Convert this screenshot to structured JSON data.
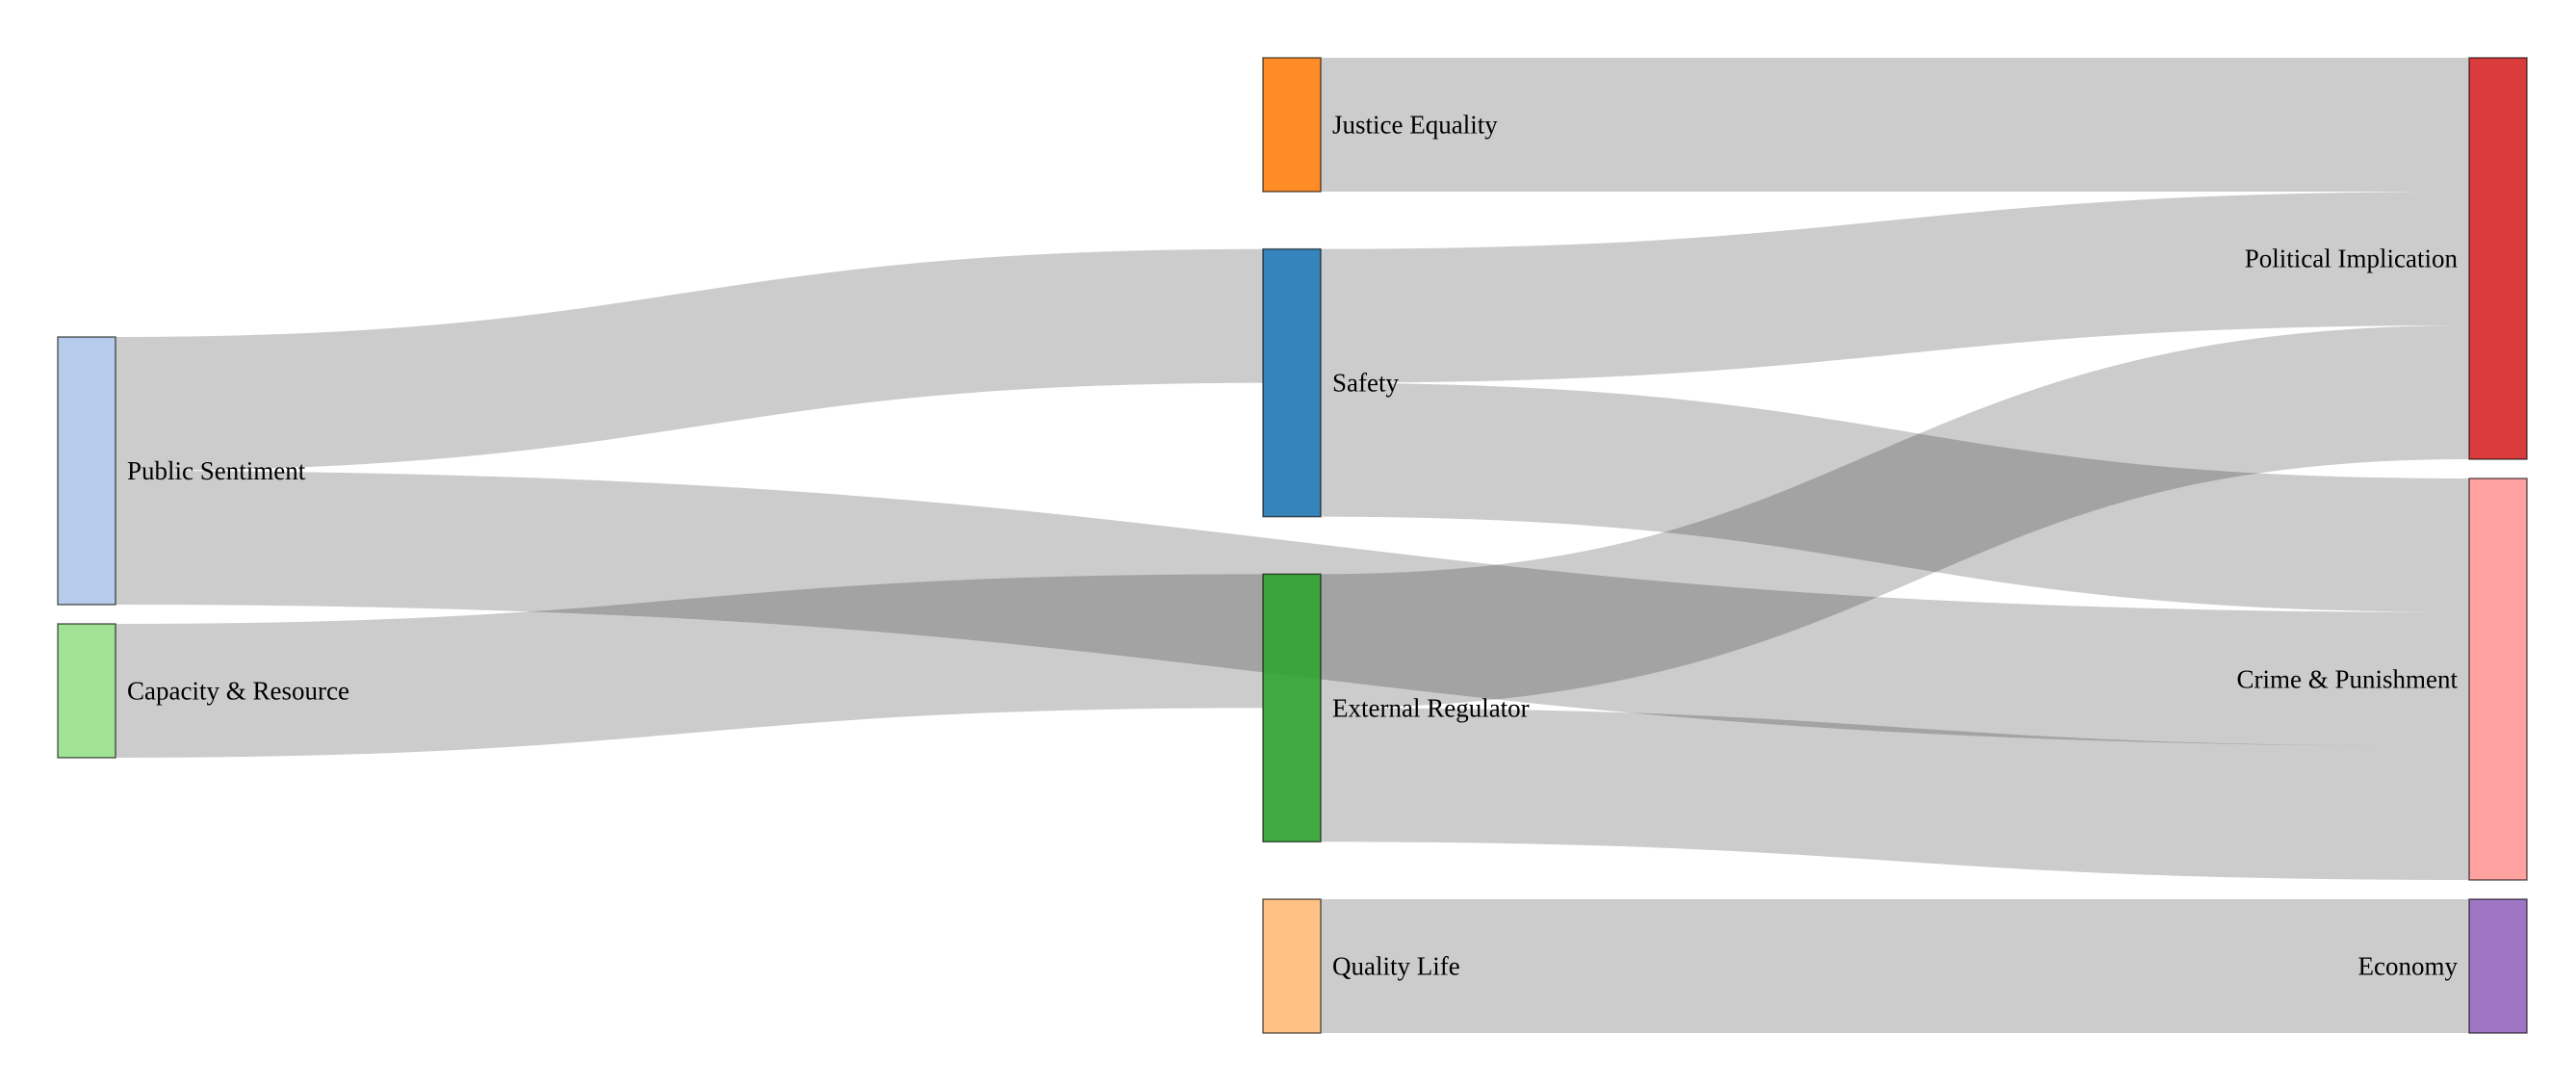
{
  "chart_data": {
    "type": "sankey",
    "nodes": [
      {
        "id": "ps",
        "name": "Public Sentiment",
        "column": 0,
        "color": "#aec7e8"
      },
      {
        "id": "cr",
        "name": "Capacity & Resource",
        "column": 0,
        "color": "#98df8a"
      },
      {
        "id": "je",
        "name": "Justice Equality",
        "column": 1,
        "color": "#ff7f0e"
      },
      {
        "id": "sa",
        "name": "Safety",
        "column": 1,
        "color": "#1f77b4"
      },
      {
        "id": "er",
        "name": "External Regulator",
        "column": 1,
        "color": "#2ca02c"
      },
      {
        "id": "ql",
        "name": "Quality Life",
        "column": 1,
        "color": "#ffbb78"
      },
      {
        "id": "pi",
        "name": "Political Implication",
        "column": 2,
        "color": "#d62728"
      },
      {
        "id": "cp",
        "name": "Crime & Punishment",
        "column": 2,
        "color": "#ff9896"
      },
      {
        "id": "ec",
        "name": "Economy",
        "column": 2,
        "color": "#9467bd"
      }
    ],
    "links": [
      {
        "source": "ps",
        "target": "sa",
        "value": 1
      },
      {
        "source": "ps",
        "target": "cp",
        "value": 1
      },
      {
        "source": "cr",
        "target": "er",
        "value": 1
      },
      {
        "source": "je",
        "target": "pi",
        "value": 1
      },
      {
        "source": "sa",
        "target": "pi",
        "value": 1
      },
      {
        "source": "sa",
        "target": "cp",
        "value": 1
      },
      {
        "source": "er",
        "target": "pi",
        "value": 1
      },
      {
        "source": "er",
        "target": "cp",
        "value": 1
      },
      {
        "source": "ql",
        "target": "ec",
        "value": 1
      }
    ]
  }
}
